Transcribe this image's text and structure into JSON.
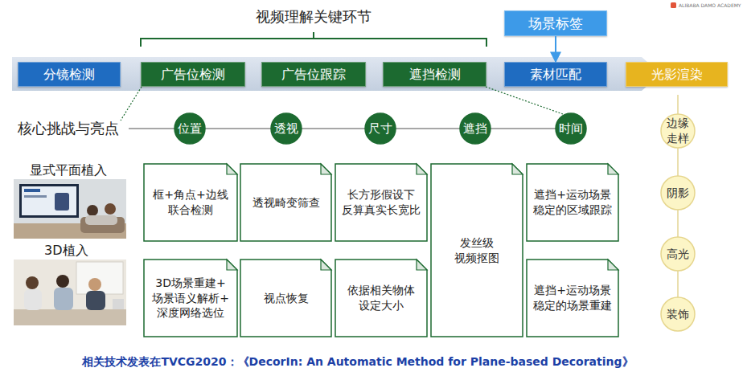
{
  "diagram": {
    "title": "视频理解关键环节",
    "caption": "相关技术发表在TVCG2020：《DecorIn: An Automatic Method for Plane-based Decorating》",
    "nodes": [
      {
        "text": [
          "场景标签"
        ]
      },
      {
        "text": [
          "分镜检测"
        ]
      },
      {
        "text": [
          "广告位检测"
        ]
      },
      {
        "text": [
          "广告位跟踪"
        ]
      },
      {
        "text": [
          "遮挡检测"
        ]
      },
      {
        "text": [
          "素材匹配"
        ]
      },
      {
        "text": [
          "光影渲染"
        ]
      },
      {
        "text": [
          "位置"
        ]
      },
      {
        "text": [
          "透视"
        ]
      },
      {
        "text": [
          "尺寸"
        ]
      },
      {
        "text": [
          "遮挡"
        ]
      },
      {
        "text": [
          "时间"
        ]
      },
      {
        "text": [
          "边缘 走样"
        ]
      },
      {
        "text": [
          "阴影"
        ]
      },
      {
        "text": [
          "框+角点+边线 联合检测"
        ]
      },
      {
        "text": [
          "透视畸变筛查"
        ]
      },
      {
        "text": [
          "长方形假设下 反算真实长宽比"
        ]
      },
      {
        "text": [
          "发丝级 视频抠图"
        ]
      },
      {
        "text": [
          "遮挡+运动场景 稳定的区域跟踪"
        ]
      },
      {
        "text": [
          "高光"
        ]
      },
      {
        "text": [
          "3D场景重建+ 场景语义解析+ 深度网络选位"
        ]
      },
      {
        "text": [
          "视点恢复"
        ]
      },
      {
        "text": [
          "依据相关物体 设定大小"
        ]
      },
      {
        "text": [
          "遮挡+运动场景 稳定的场景重建"
        ]
      },
      {
        "text": [
          "装饰"
        ]
      }
    ],
    "edges": [
      {
        "from": 0,
        "to": 5,
        "arrow": "to"
      }
    ],
    "labels": [
      "核心挑战与亮点",
      "显式平面植入",
      "3D植入",
      "ALIBABA DAMO ACADEMY"
    ]
  }
}
